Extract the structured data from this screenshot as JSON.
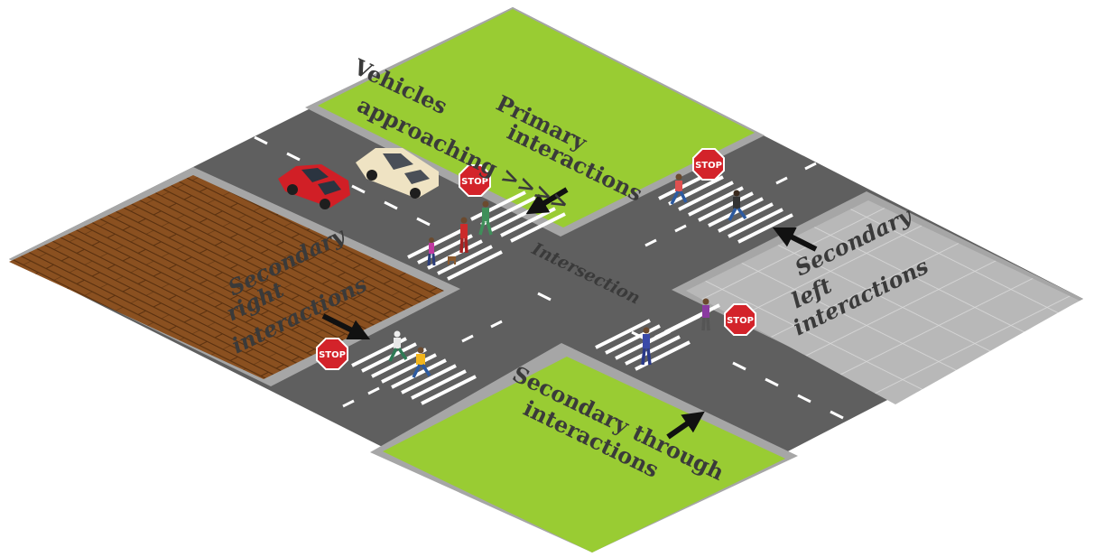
{
  "labels": {
    "vehicles_line1": "Vehicles",
    "vehicles_line2": "approaching >>>>",
    "primary_line1": "Primary",
    "primary_line2": "interactions",
    "secondary_right_line1": "Secondary",
    "secondary_right_line2": "right",
    "secondary_right_line3": "interactions",
    "secondary_left_line1": "Secondary",
    "secondary_left_line2": "left",
    "secondary_left_line3": "interactions",
    "secondary_through_line1": "Secondary through",
    "secondary_through_line2": "interactions",
    "intersection": "Intersection"
  },
  "stop_sign_text": "STOP",
  "colors": {
    "grass": "#99cc33",
    "asphalt": "#5f5f5f",
    "curb": "#a6a6a6",
    "pavement_tile": "#b5b5b5",
    "brick": "#8a5020",
    "stop_red": "#d3232a",
    "label_text": "#3a3a3a",
    "car_red": "#d11f26",
    "car_cream": "#efe3c3"
  },
  "icons": [
    "stop-sign-icon",
    "car-icon",
    "pedestrian-icon",
    "dog-icon",
    "arrow-icon"
  ]
}
